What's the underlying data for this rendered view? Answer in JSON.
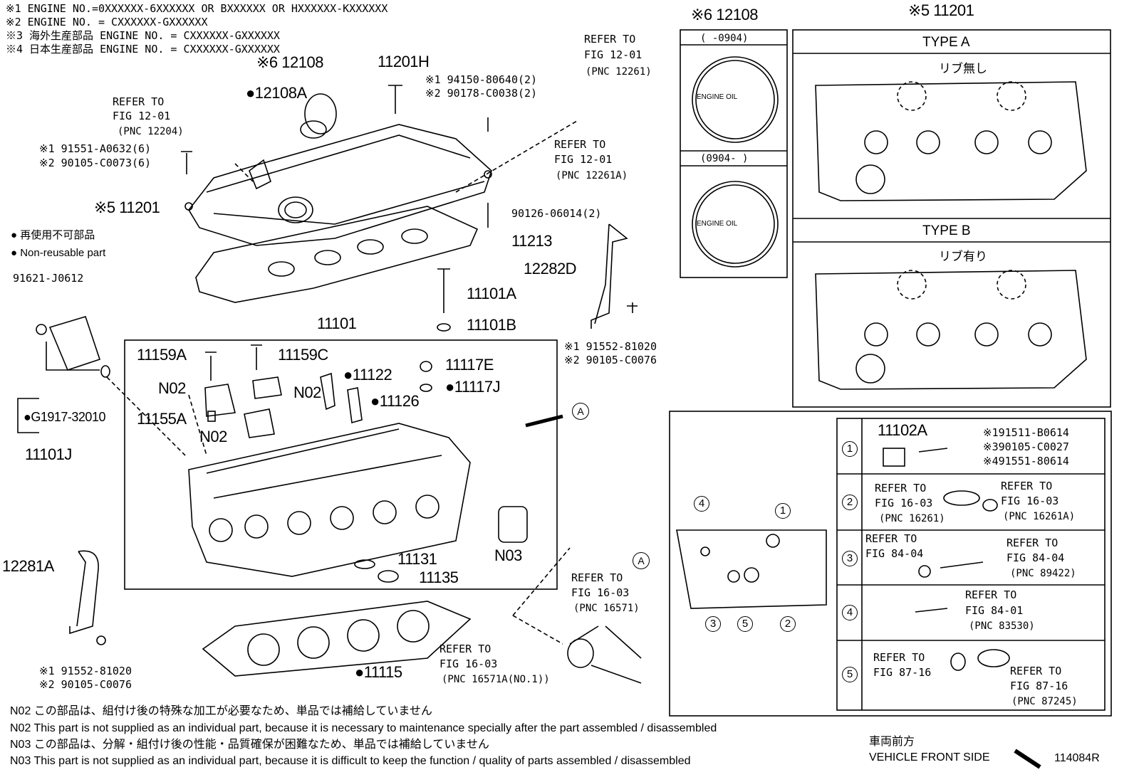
{
  "notes_top": [
    "※1 ENGINE NO.=0XXXXXX-6XXXXXX OR BXXXXXX OR HXXXXXX-KXXXXXX",
    "※2 ENGINE NO. = CXXXXXX-GXXXXXX",
    "※3 海外生産部品  ENGINE NO. = CXXXXXX-GXXXXXX",
    "※4 日本生産部品  ENGINE NO. = CXXXXXX-GXXXXXX"
  ],
  "legend": {
    "jp": "● 再使用不可部品",
    "en": "● Non-reusable part"
  },
  "parts": {
    "p12108_top": "※6 12108",
    "p12108A": "●12108A",
    "p11201H": "11201H",
    "p94150": "※1 94150-80640(2)",
    "p90178": "※2 90178-C0038(2)",
    "p91551_a": "※1 91551-A0632(6)",
    "p90105_a": "※2 90105-C0073(6)",
    "p11201": "※5 11201",
    "p90126": "90126-06014(2)",
    "p11213": "11213",
    "p12282D": "12282D",
    "p11101A": "11101A",
    "p11101B": "11101B",
    "p91552_r": "※1 91552-81020",
    "p90105_r": "※2 90105-C0076",
    "p91621": "91621-J0612",
    "pG1917": "●G1917-32010",
    "p11101J": "11101J",
    "p11101": "11101",
    "p11159A": "11159A",
    "p11159C": "11159C",
    "p11122": "●11122",
    "p11117E": "11117E",
    "p11117J": "●11117J",
    "p11126": "●11126",
    "p11155A": "11155A",
    "n02_1": "N02",
    "n02_2": "N02",
    "n02_3": "N02",
    "n03": "N03",
    "p11131": "11131",
    "p11135": "11135",
    "p12281A": "12281A",
    "p91552_l": "※1 91552-81020",
    "p90105_l": "※2 90105-C0076",
    "p11115": "●11115",
    "circle_a": "A"
  },
  "refs": {
    "ref_12204": [
      "REFER TO",
      "FIG 12-01",
      "(PNC 12204)"
    ],
    "ref_12261": [
      "REFER TO",
      "FIG 12-01",
      "(PNC 12261)"
    ],
    "ref_12261A": [
      "REFER TO",
      "FIG 12-01",
      "(PNC 12261A)"
    ],
    "ref_16571": [
      "REFER TO",
      "FIG 16-03",
      "(PNC 16571)"
    ],
    "ref_16571A": [
      "REFER TO",
      "FIG 16-03",
      "(PNC 16571A(NO.1))"
    ]
  },
  "cap_panel": {
    "title": "※6 12108",
    "range1": "(     -0904)",
    "range2": "(0904-      )",
    "cap_label": "ENGINE OIL"
  },
  "cover_panel": {
    "title": "※5 11201",
    "type_a": "TYPE  A",
    "type_a_note": "リブ無し",
    "type_b": "TYPE  B",
    "type_b_note": "リブ有り"
  },
  "detail_panel": {
    "circle_a": "A",
    "callouts": [
      "1",
      "2",
      "3",
      "4",
      "5"
    ],
    "row1": {
      "num": "1",
      "part": "11102A",
      "l1": "※191511-B0614",
      "l2": "※390105-C0027",
      "l3": "※491551-80614"
    },
    "row2": {
      "num": "2",
      "left": [
        "REFER TO",
        "FIG 16-03",
        "(PNC 16261)"
      ],
      "right": [
        "REFER TO",
        "FIG 16-03",
        "(PNC 16261A)"
      ]
    },
    "row3": {
      "num": "3",
      "left": [
        "REFER TO",
        "FIG 84-04"
      ],
      "right": [
        "REFER TO",
        "FIG 84-04",
        "(PNC 89422)"
      ]
    },
    "row4": {
      "num": "4",
      "right": [
        "REFER TO",
        "FIG 84-01",
        "(PNC 83530)"
      ]
    },
    "row5": {
      "num": "5",
      "left": [
        "REFER TO",
        "FIG 87-16"
      ],
      "right": [
        "REFER TO",
        "FIG 87-16",
        "(PNC 87245)"
      ]
    }
  },
  "footer": {
    "n02_jp": "N02  この部品は、組付け後の特殊な加工が必要なため、単品では補給していません",
    "n02_en": "N02  This part is not supplied as an individual part, because it is necessary to maintenance specially after the part assembled / disassembled",
    "n03_jp": "N03  この部品は、分解・組付け後の性能・品質確保が困難なため、単品では補給していません",
    "n03_en": "N03  This part is not supplied as an individual part, because it is difficult to keep the function / quality of parts  assembled / disassembled",
    "front_jp": "車両前方",
    "front_en": "VEHICLE FRONT SIDE",
    "fig_code": "114084R"
  }
}
